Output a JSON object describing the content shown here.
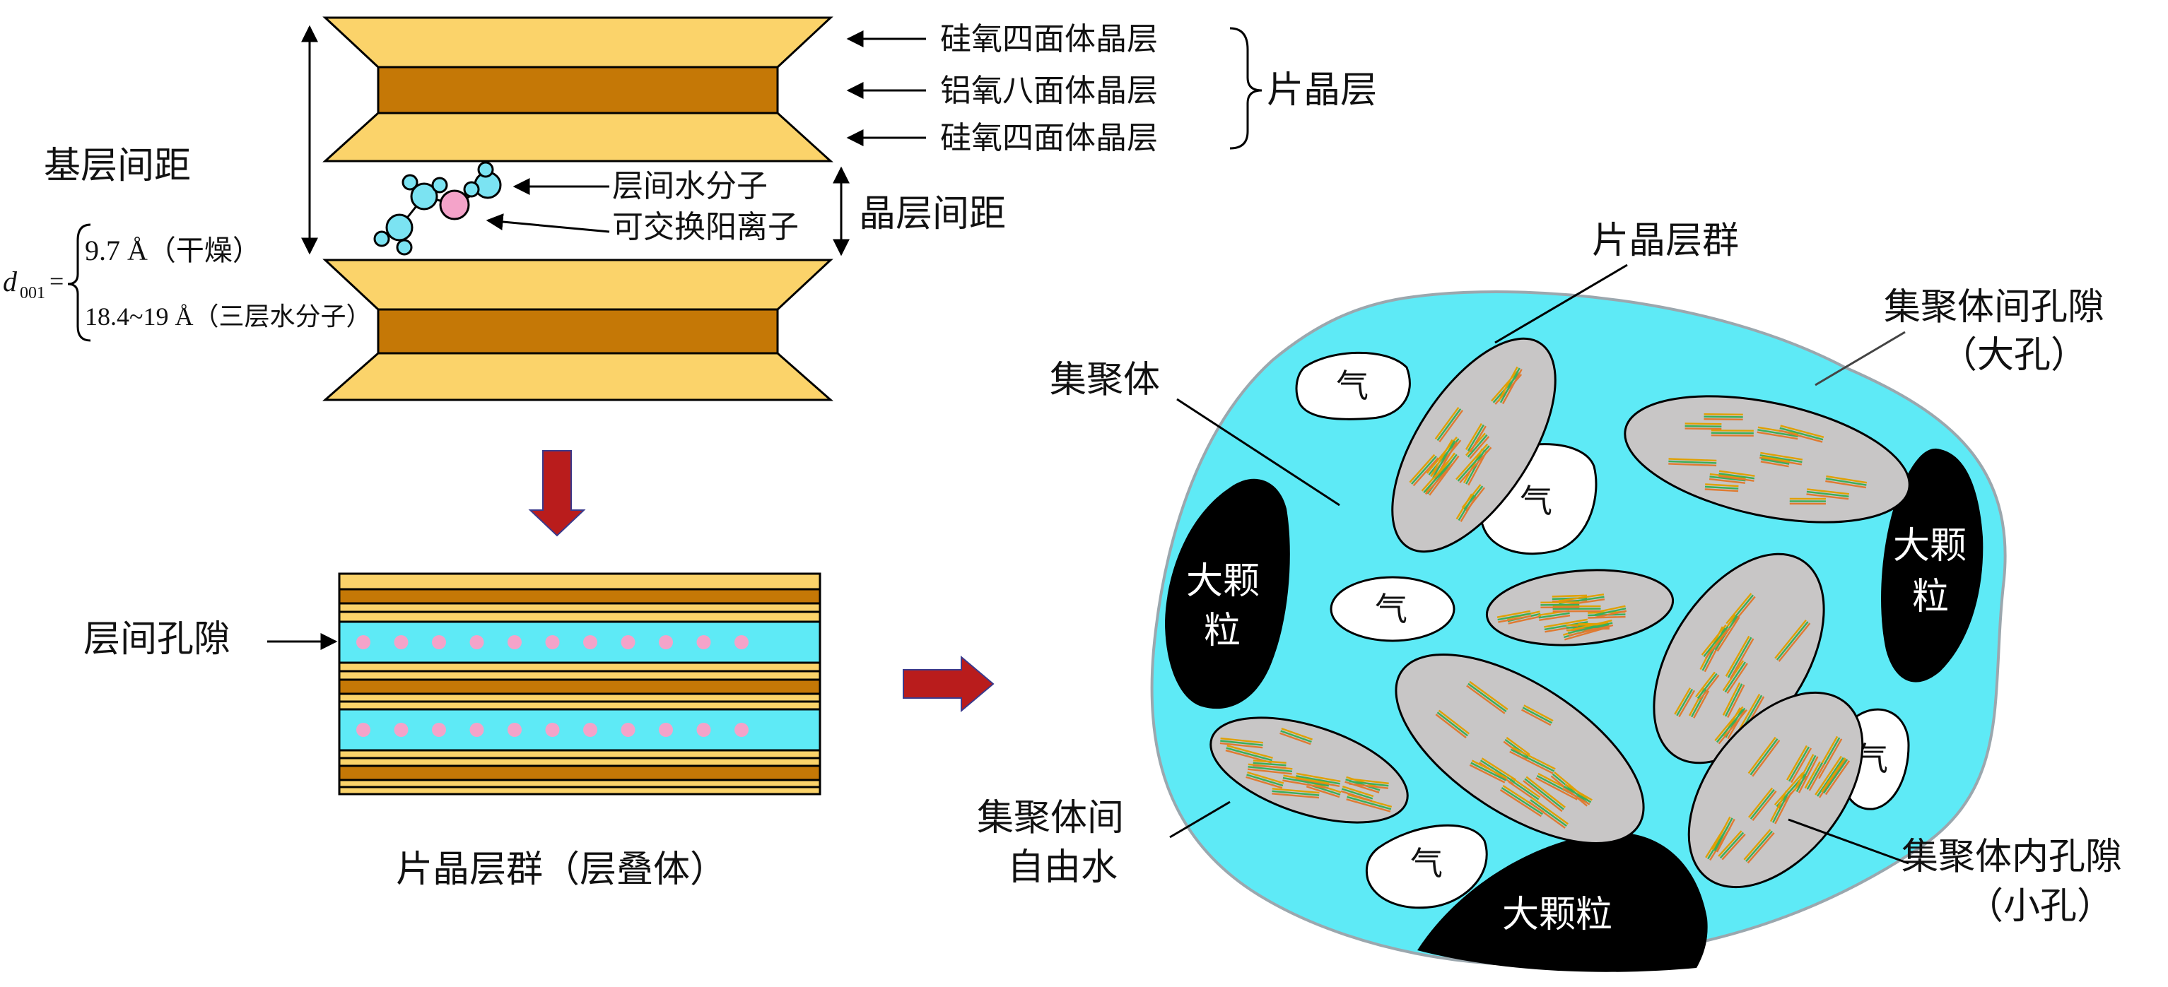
{
  "colors": {
    "sheet_light": "#FBD36A",
    "sheet_dark": "#C57806",
    "water_cyan": "#5EEAF6",
    "molecule_cyan": "#7BE3F2",
    "cation_pink": "#F4A3C9",
    "red_arrow": "#B91C1C",
    "gray_aggregate": "#C8C6C6",
    "black_particle": "#000000"
  },
  "top": {
    "basal_spacing": "基层间距",
    "layer_tetra_1": "硅氧四面体晶层",
    "layer_octa": "铝氧八面体晶层",
    "layer_tetra_2": "硅氧四面体晶层",
    "platelet_layer": "片晶层",
    "interlayer_water": "层间水分子",
    "exchangeable_cation": "可交换阳离子",
    "interlayer_spacing": "晶层间距",
    "d_symbol": "d",
    "d_subscript": "001",
    "d_equals": "=",
    "dry_value": "9.7 Å（干燥）",
    "hydrated_value": "18.4~19 Å（三层水分子）"
  },
  "stack": {
    "interlayer_pore": "层间孔隙",
    "caption": "片晶层群（层叠体）"
  },
  "right": {
    "platelet_group": "片晶层群",
    "inter_aggregate_pore_line1": "集聚体间孔隙",
    "inter_aggregate_pore_line2": "（大孔）",
    "aggregate": "集聚体",
    "gas": "气",
    "large_particle": "大颗粒",
    "large_particle_line1": "大颗",
    "large_particle_line2": "粒",
    "free_water_line1": "集聚体间",
    "free_water_line2": "自由水",
    "intra_aggregate_pore_line1": "集聚体内孔隙",
    "intra_aggregate_pore_line2": "（小孔）"
  }
}
